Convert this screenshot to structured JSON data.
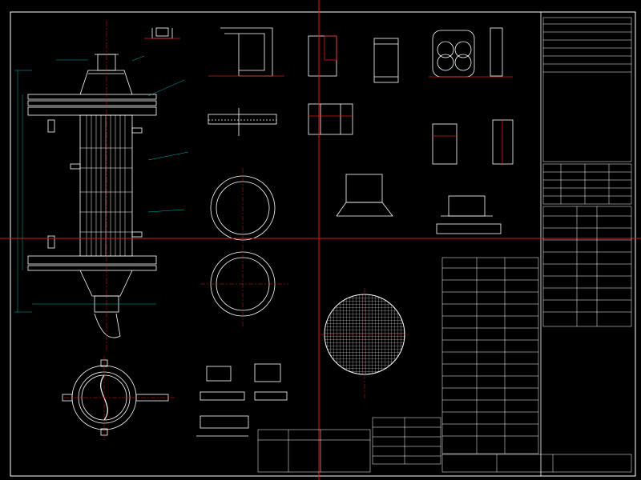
{
  "drawing": {
    "colors": {
      "background": "#000000",
      "linework": "#ffffff",
      "centerline": "#e01818",
      "dimension": "#00e0e0",
      "note": "#ffff40"
    },
    "main_crosshair": true,
    "views": [
      {
        "name": "elevation",
        "label": ""
      },
      {
        "name": "section-a-a",
        "label": ""
      },
      {
        "name": "detail-b",
        "label": ""
      },
      {
        "name": "detail-c",
        "label": ""
      },
      {
        "name": "detail-d",
        "label": ""
      },
      {
        "name": "detail-e",
        "label": ""
      },
      {
        "name": "detail-f",
        "label": ""
      },
      {
        "name": "detail-g",
        "label": ""
      },
      {
        "name": "detail-h",
        "label": ""
      },
      {
        "name": "plate-top",
        "label": ""
      },
      {
        "name": "plate-bottom",
        "label": ""
      },
      {
        "name": "perforated-plate",
        "label": ""
      },
      {
        "name": "nozzle-detail",
        "label": ""
      },
      {
        "name": "small-detail",
        "label": ""
      }
    ],
    "tables": [
      {
        "name": "general-notes",
        "label": ""
      },
      {
        "name": "design-data",
        "label": ""
      },
      {
        "name": "nozzle-schedule",
        "label": ""
      },
      {
        "name": "bill-of-materials",
        "label": ""
      },
      {
        "name": "title-block",
        "label": ""
      },
      {
        "name": "revision-block",
        "label": ""
      }
    ]
  }
}
